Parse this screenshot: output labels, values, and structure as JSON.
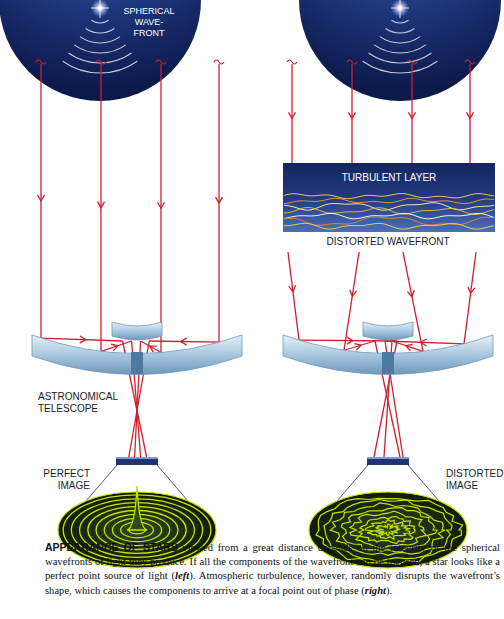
{
  "diagram": {
    "caption": "APPEARANCE OF STARS viewed from a great distance depends on the integrity of the spherical wavefronts of light they produce. If all the components of the wavefront can be focused, a star looks like a perfect point source of light (left). Atmospheric turbulence, however, randomly disrupts the wavefront’s shape, which causes the components to arrive at a focal point out of phase (right).",
    "nodes": [
      {
        "text": [
          "TURBULENT LAYER"
        ]
      }
    ],
    "labels": [
      "SPHERICAL WAVE-FRONT",
      "DISTORTED WAVEFRONT",
      "ASTRONOMICAL TELESCOPE",
      "PERFECT IMAGE",
      "DISTORTED IMAGE"
    ]
  }
}
